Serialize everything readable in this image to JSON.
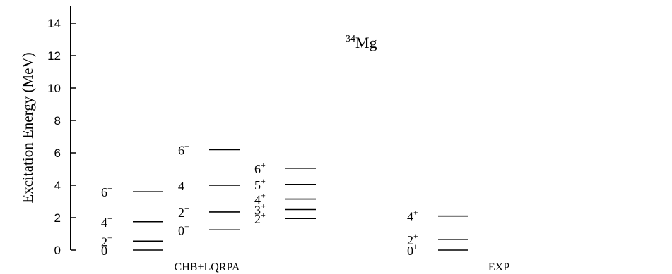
{
  "chart_data": {
    "type": "level-scheme",
    "title": "34Mg",
    "title_parts": {
      "mass": "34",
      "element": "Mg"
    },
    "ylabel": "Excitation Energy (MeV)",
    "ylim": [
      0,
      15
    ],
    "yticks": [
      0,
      2,
      4,
      6,
      8,
      10,
      12,
      14
    ],
    "grid": false,
    "categories": [
      "CHB+LQRPA",
      "EXP"
    ],
    "columns": [
      {
        "category": "CHB+LQRPA",
        "levels": [
          {
            "spin": "0",
            "parity": "+",
            "energy": 0.0
          },
          {
            "spin": "2",
            "parity": "+",
            "energy": 0.55
          },
          {
            "spin": "4",
            "parity": "+",
            "energy": 1.75
          },
          {
            "spin": "6",
            "parity": "+",
            "energy": 3.6
          }
        ]
      },
      {
        "category": "CHB+LQRPA",
        "levels": [
          {
            "spin": "0",
            "parity": "+",
            "energy": 1.25
          },
          {
            "spin": "2",
            "parity": "+",
            "energy": 2.35
          },
          {
            "spin": "4",
            "parity": "+",
            "energy": 4.0
          },
          {
            "spin": "6",
            "parity": "+",
            "energy": 6.2
          }
        ]
      },
      {
        "category": "CHB+LQRPA",
        "levels": [
          {
            "spin": "2",
            "parity": "+",
            "energy": 1.95
          },
          {
            "spin": "3",
            "parity": "+",
            "energy": 2.5
          },
          {
            "spin": "4",
            "parity": "+",
            "energy": 3.15
          },
          {
            "spin": "5",
            "parity": "+",
            "energy": 4.05
          },
          {
            "spin": "6",
            "parity": "+",
            "energy": 5.05
          }
        ]
      },
      {
        "category": "EXP",
        "levels": [
          {
            "spin": "0",
            "parity": "+",
            "energy": 0.0
          },
          {
            "spin": "2",
            "parity": "+",
            "energy": 0.66
          },
          {
            "spin": "4",
            "parity": "+",
            "energy": 2.1
          }
        ]
      }
    ]
  }
}
